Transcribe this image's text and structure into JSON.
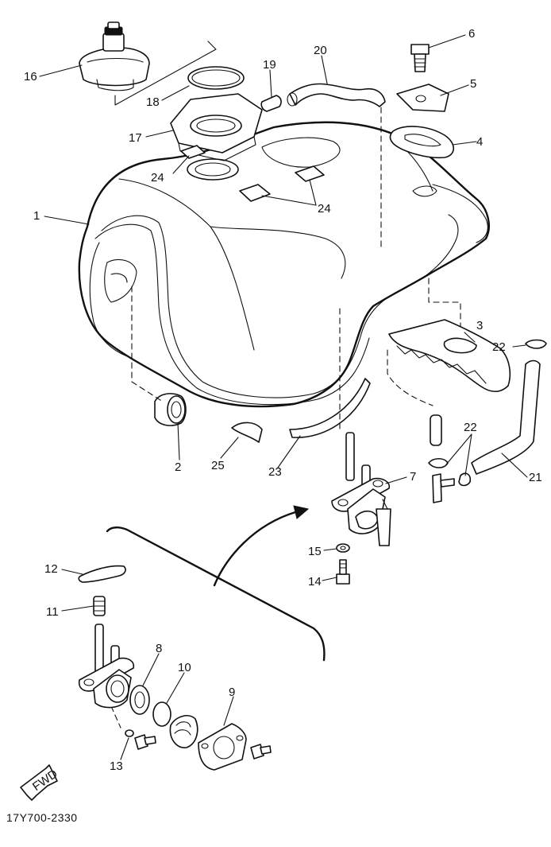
{
  "diagram": {
    "part_numbers": [
      "1",
      "2",
      "3",
      "4",
      "5",
      "6",
      "7",
      "8",
      "9",
      "10",
      "11",
      "12",
      "13",
      "14",
      "15",
      "16",
      "17",
      "18",
      "19",
      "20",
      "21",
      "22",
      "22",
      "23",
      "24",
      "24",
      "25"
    ],
    "direction_mark": "FWD",
    "code": "17Y700-2330"
  },
  "colors": {
    "ink": "#111111",
    "paper": "#ffffff"
  }
}
